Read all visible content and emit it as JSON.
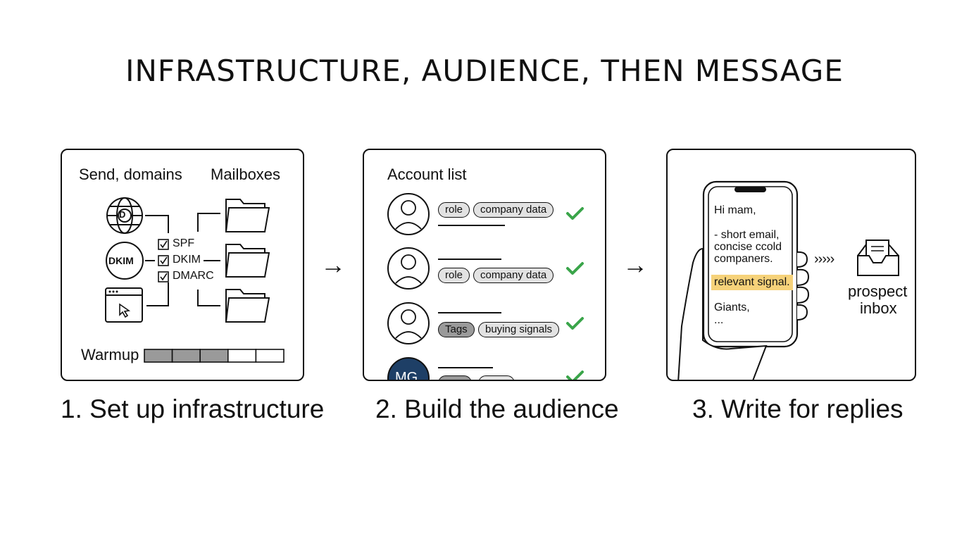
{
  "title": "INFRASTRUCTURE, AUDIENCE, THEN MESSAGE",
  "step1": {
    "caption": "1. Set up infrastructure",
    "label_send": "Send, domains",
    "label_mailboxes": "Mailboxes",
    "globe_letter": "D",
    "dkim_badge": "DKIM",
    "checks": [
      "SPF",
      "DKIM",
      "DMARC"
    ],
    "warmup_label": "Warmup",
    "warmup_progress": 0.6
  },
  "step2": {
    "caption": "2. Build the audience",
    "heading": "Account list",
    "rows": [
      {
        "tags": [
          "role",
          "company data"
        ]
      },
      {
        "tags": [
          "role",
          "company data"
        ]
      },
      {
        "tags": [
          "Tags",
          "buying signals"
        ]
      },
      {
        "avatar_initials": "MG"
      }
    ]
  },
  "step3": {
    "caption": "3. Write for replies",
    "greeting": "Hi mam,",
    "body_lines": [
      "- short email,",
      "concise ccold",
      "companers."
    ],
    "highlight": "relevant signal.",
    "closing": "Giants,",
    "ellipsis": "...",
    "destination": [
      "prospect",
      "inbox"
    ],
    "arrow_chevrons": "›››››"
  },
  "arrows": [
    "→",
    "→"
  ],
  "colors": {
    "check": "#3aa54a",
    "highlight": "#f6d27a",
    "avatar_dark": "#1e3f66",
    "bar_fill": "#9a9a9a"
  }
}
